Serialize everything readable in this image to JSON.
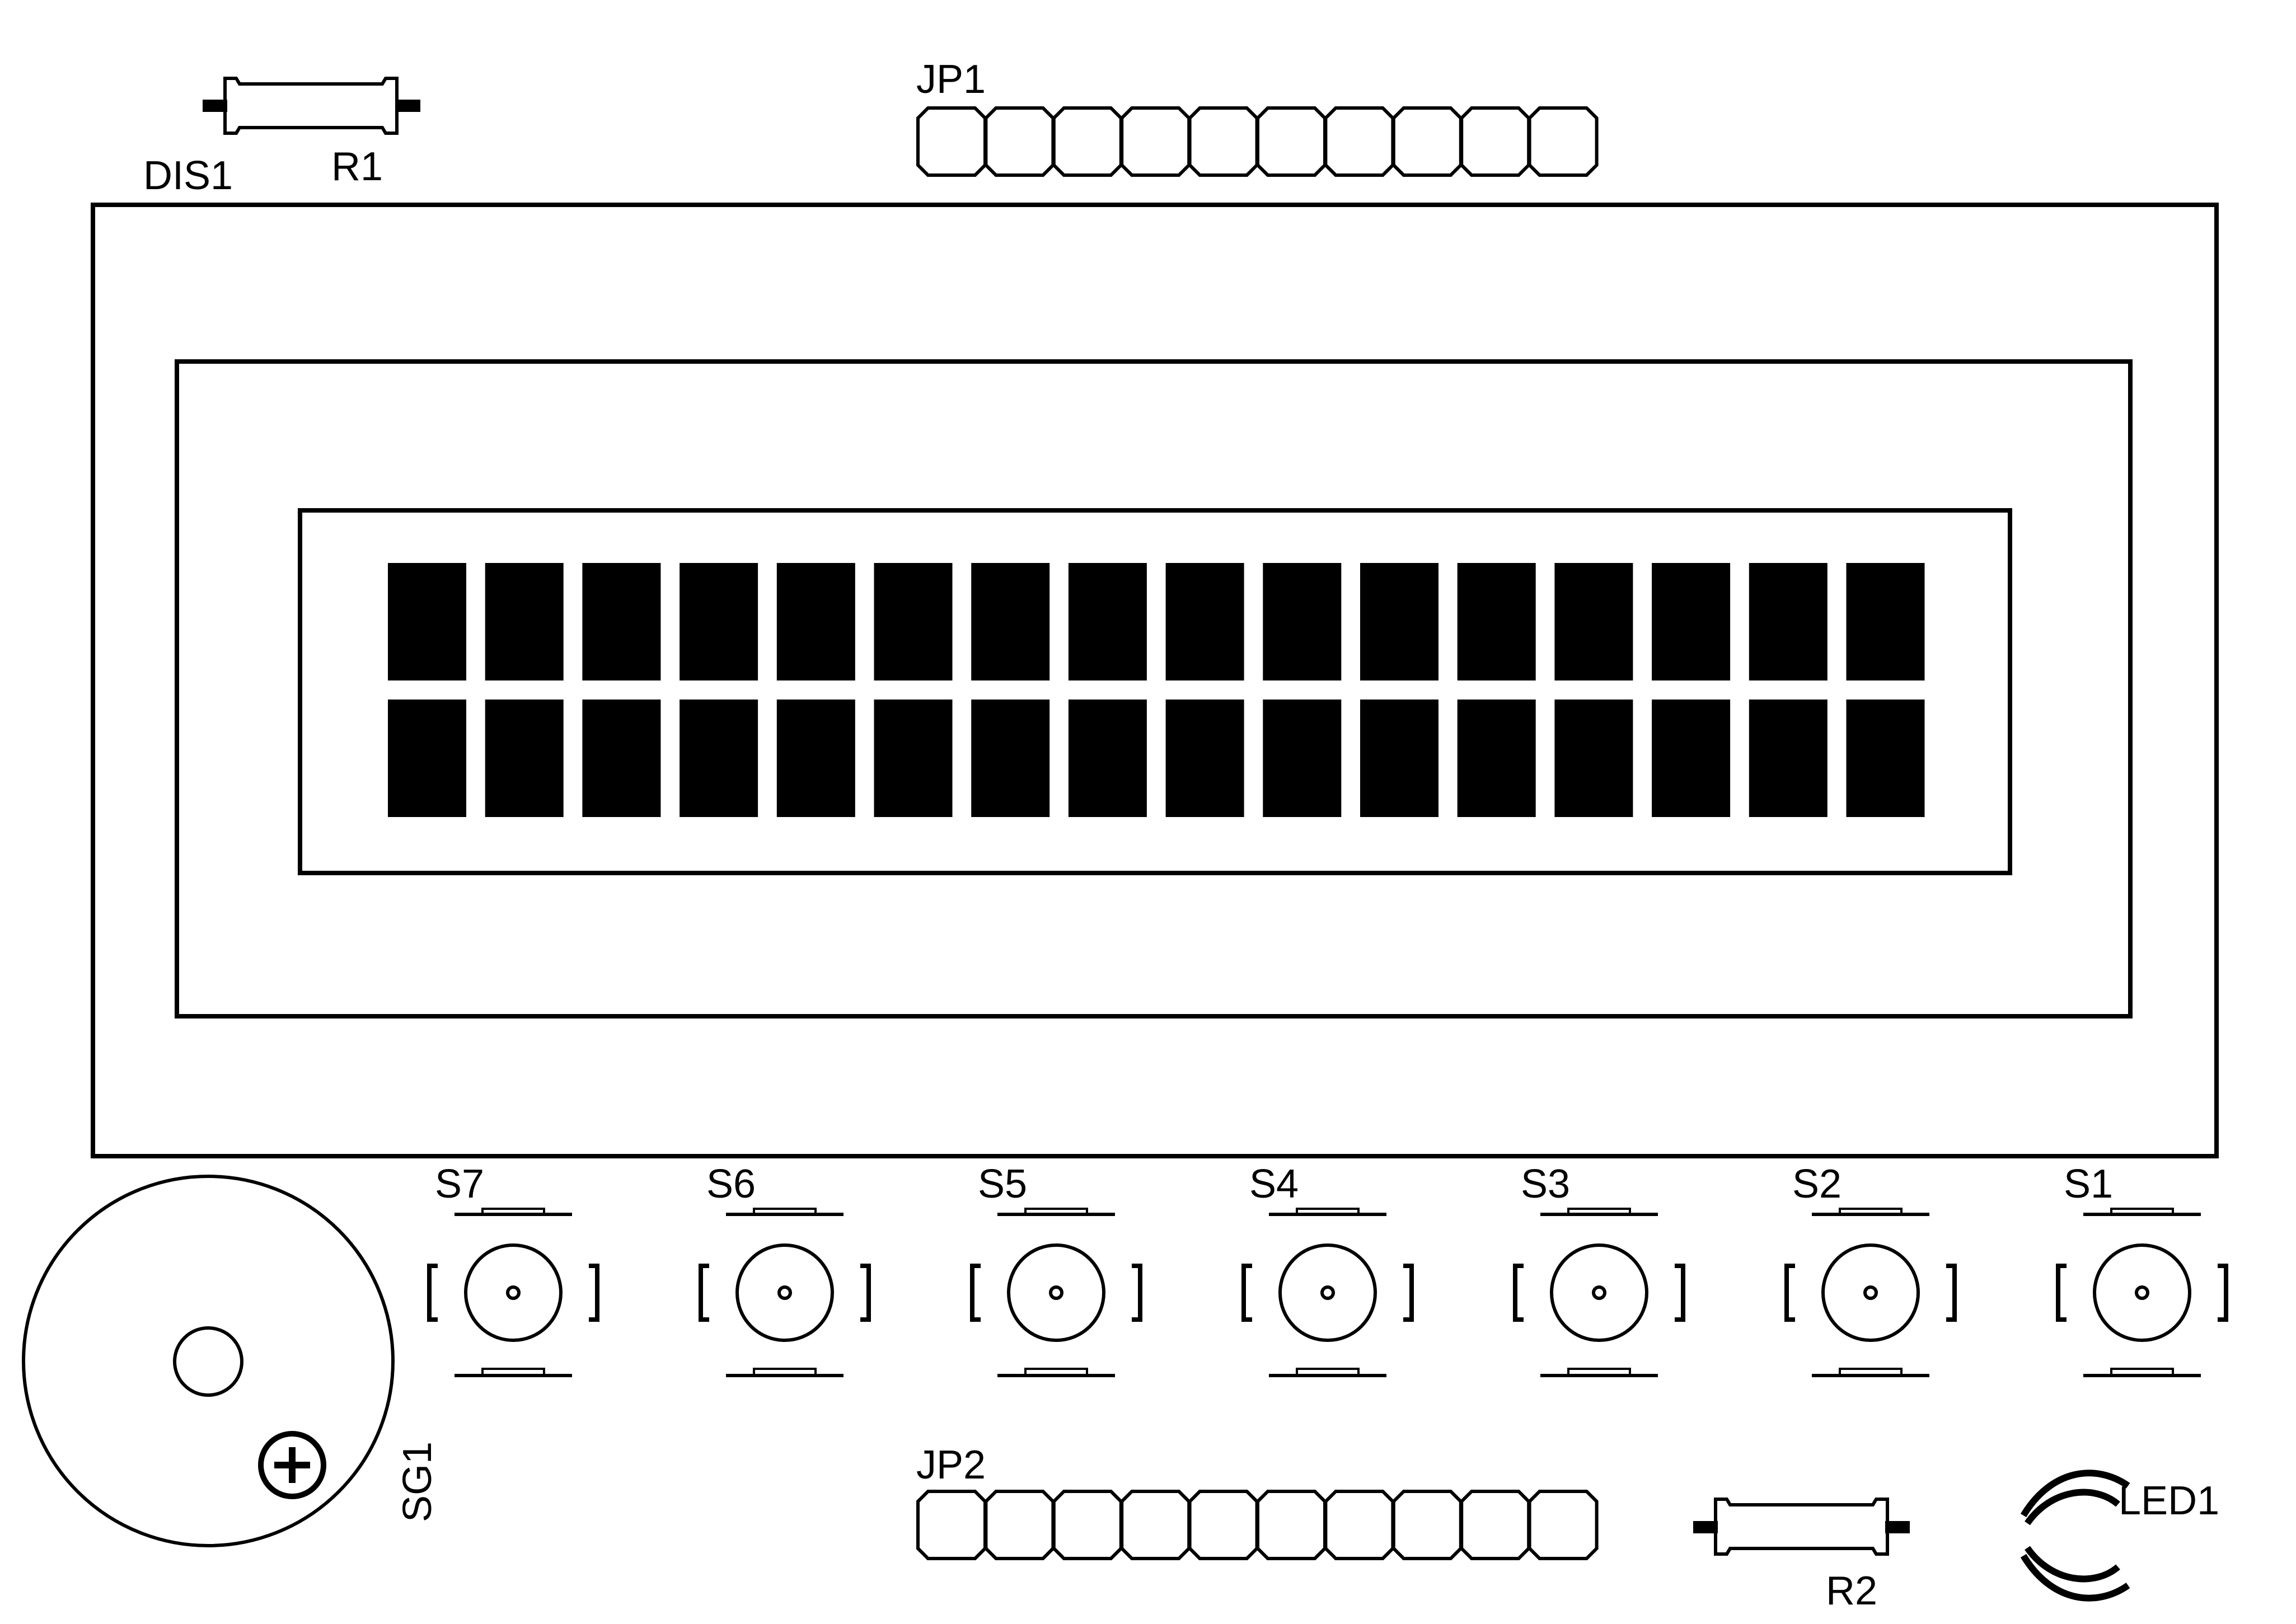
{
  "labels": {
    "dis1": "DIS1",
    "r1": "R1",
    "jp1": "JP1",
    "jp2": "JP2",
    "r2": "R2",
    "led1": "LED1",
    "sg1": "SG1",
    "buzzer_polarity": "+"
  },
  "display": {
    "rows": 2,
    "columns": 16
  },
  "headers": {
    "jp1_pins": 10,
    "jp2_pins": 10
  },
  "switches": [
    "S7",
    "S6",
    "S5",
    "S4",
    "S3",
    "S2",
    "S1"
  ],
  "colors": {
    "ink": "#000000",
    "background": "#ffffff"
  }
}
